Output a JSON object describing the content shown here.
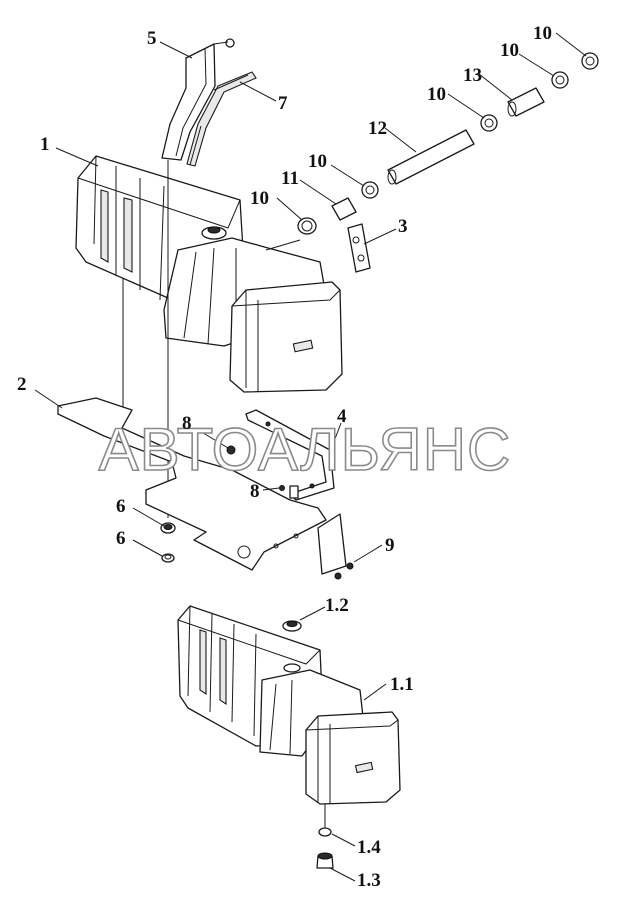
{
  "watermark": "АВТОАЛЬЯНС",
  "callouts": {
    "c1": "1",
    "c2": "2",
    "c3": "3",
    "c4": "4",
    "c5": "5",
    "c6a": "6",
    "c6b": "6",
    "c7": "7",
    "c8a": "8",
    "c8b": "8",
    "c9": "9",
    "c10a": "10",
    "c10b": "10",
    "c10c": "10",
    "c10d": "10",
    "c10e": "10",
    "c11": "11",
    "c12": "12",
    "c13": "13",
    "c1_1": "1.1",
    "c1_2": "1.2",
    "c1_3": "1.3",
    "c1_4": "1.4"
  }
}
